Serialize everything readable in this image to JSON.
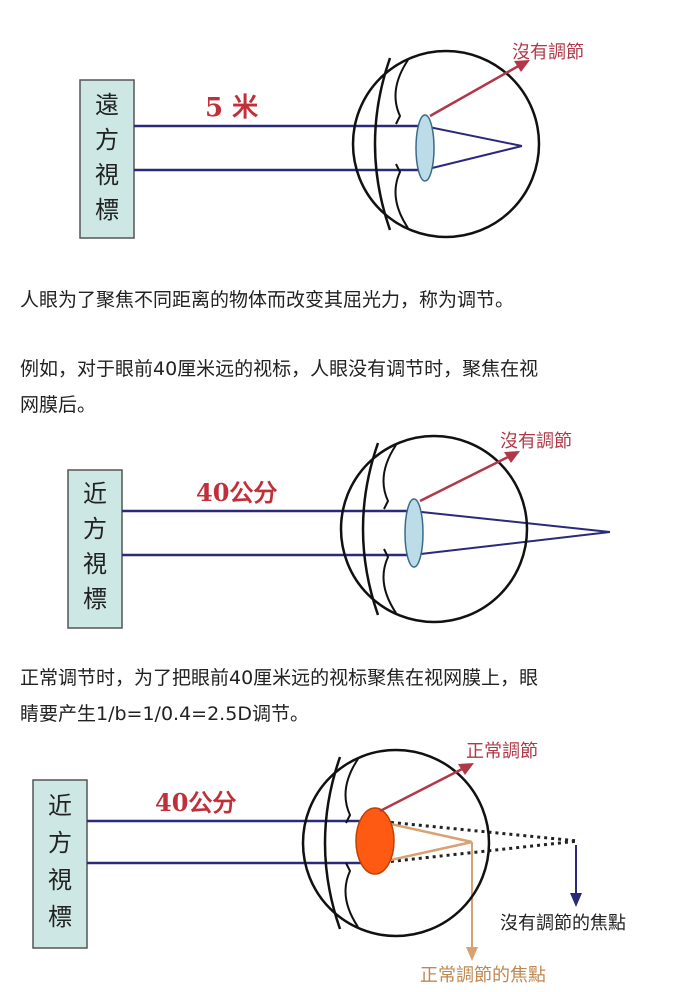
{
  "diagram1": {
    "sign_label": "遠方視標",
    "sign_chars": [
      "遠",
      "方",
      "視",
      "標"
    ],
    "distance_label": "5 米",
    "arrow_label": "沒有調節"
  },
  "text1": "人眼为了聚焦不同距离的物体而改变其屈光力，称为调节。",
  "text2_line1": "例如，对于眼前40厘米远的视标，人眼没有调节时，聚焦在视",
  "text2_line2": "网膜后。",
  "diagram2": {
    "sign_label": "近方視標",
    "sign_chars": [
      "近",
      "方",
      "視",
      "標"
    ],
    "distance_label": "40公分",
    "arrow_label": "沒有調節"
  },
  "text3_line1": "正常调节时，为了把眼前40厘米远的视标聚焦在视网膜上，眼",
  "text3_line2": "睛要产生1/b=1/0.4=2.5D调节。",
  "diagram3": {
    "sign_label": "近方視標",
    "sign_chars": [
      "近",
      "方",
      "視",
      "標"
    ],
    "distance_label": "40公分",
    "arrow_label": "正常調節",
    "unaccommodated_focus_label": "沒有調節的焦點",
    "normal_focus_label": "正常調節的焦點"
  },
  "colors": {
    "ray": "#2b2a7a",
    "sign_fill": "#cde7e4",
    "distance_text": "#c0303a",
    "arrow": "#b03848",
    "lens_relaxed": "#bcdde8",
    "lens_accommodated": "#ff5a14",
    "normal_focus_ray": "#d9a070",
    "eye_outline": "#111111"
  }
}
